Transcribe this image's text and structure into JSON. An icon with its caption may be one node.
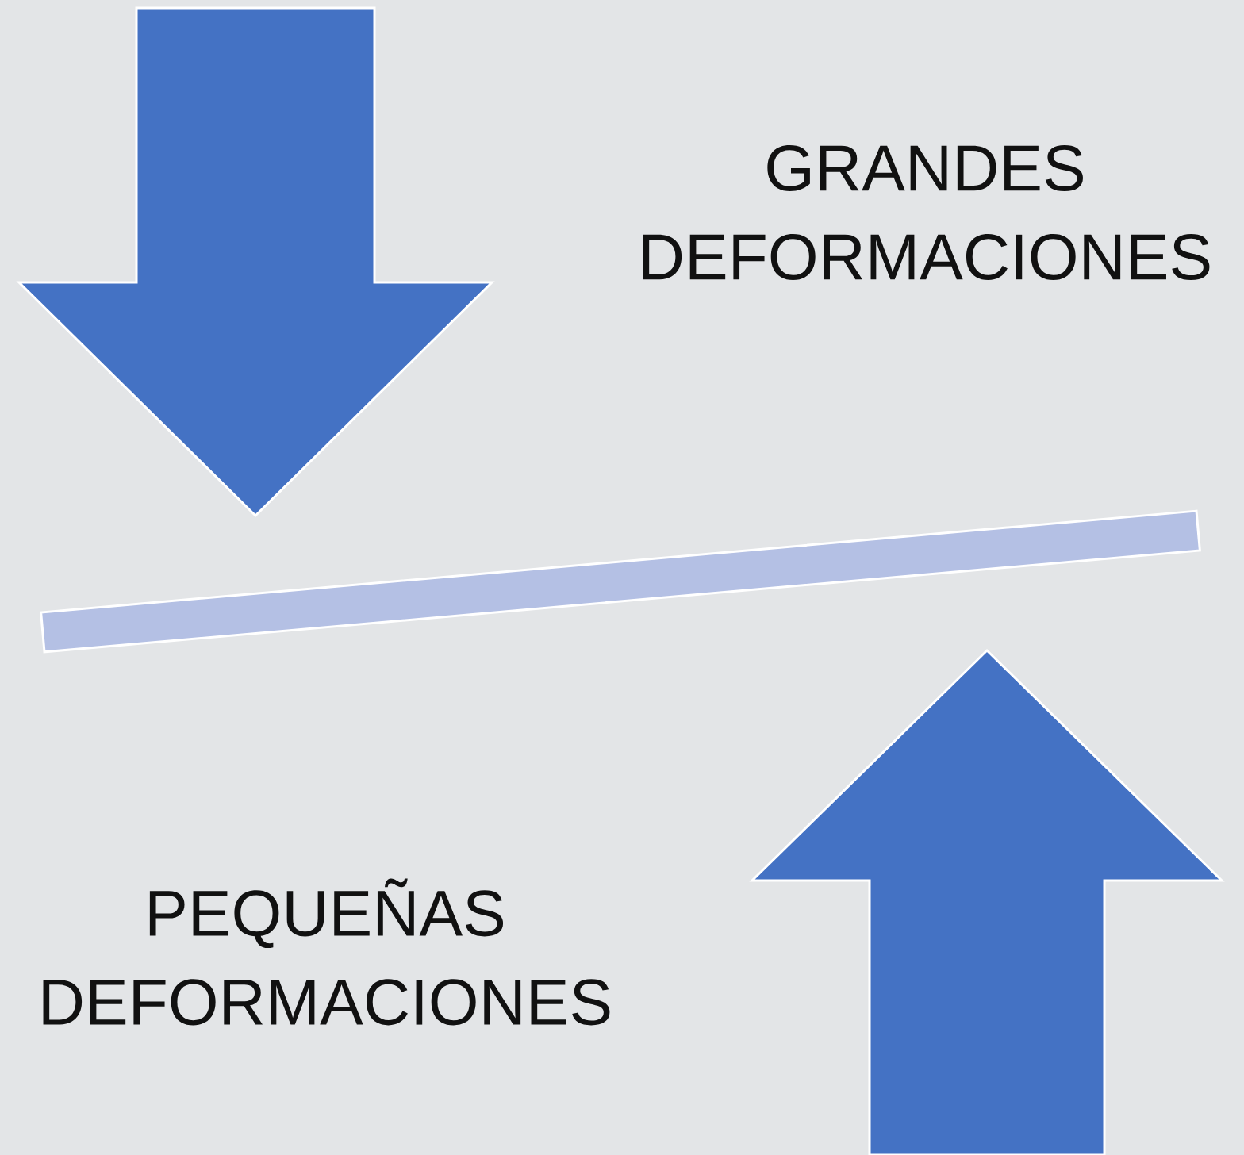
{
  "diagram": {
    "nodes": [
      {
        "text": [],
        "shape": "bar"
      }
    ],
    "labels": [
      "GRANDES DEFORMACIONES",
      "PEQUEÑAS DEFORMACIONES"
    ]
  }
}
